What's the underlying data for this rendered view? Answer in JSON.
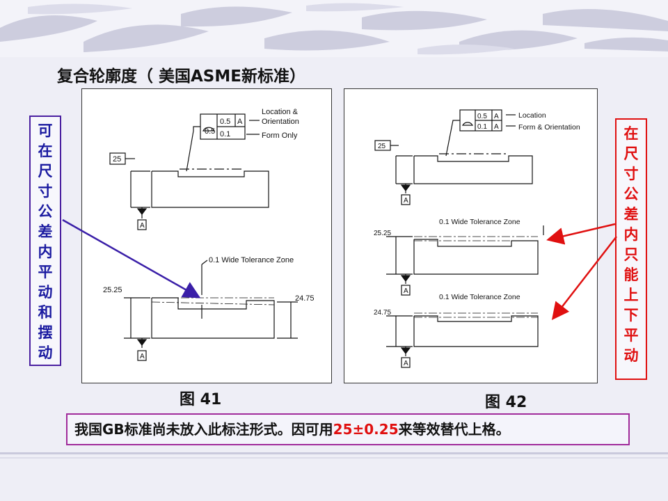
{
  "slide": {
    "title": "复合轮廓度（ 美国ASME新标准）",
    "note": {
      "part1": "我国GB标准尚未放入此标注形式。因可用",
      "part2": "25±0.25",
      "part3": "来等效替代上格。"
    }
  },
  "left_label": {
    "chars": [
      "可",
      "在",
      "尺",
      "寸",
      "公",
      "差",
      "内",
      "平",
      "动",
      "和",
      "摆",
      "动"
    ],
    "color": "#1a1aa0",
    "border": "#4a1fa0"
  },
  "right_label": {
    "chars": [
      "在",
      "尺",
      "寸",
      "公",
      "差",
      "内",
      "只",
      "能",
      "上",
      "下",
      "平",
      "动"
    ],
    "color": "#e01010",
    "border": "#e01010"
  },
  "fig41": {
    "caption": "图  41",
    "fcf": {
      "upper_value": "0.5",
      "lower_value": "0.1",
      "datum": "A"
    },
    "labels": {
      "location_orientation_1": "Location &",
      "location_orientation_2": "Orientation",
      "form_only": "Form Only",
      "dim_top": "25",
      "datum_top": "A",
      "tolerance_zone": "0.1 Wide Tolerance Zone",
      "dim_max": "25.25",
      "dim_min": "24.75",
      "datum_bottom": "A"
    }
  },
  "fig42": {
    "caption": "图  42",
    "fcf": {
      "upper_value": "0.5",
      "lower_value": "0.1",
      "datum": "A"
    },
    "labels": {
      "location": "Location",
      "form_orientation": "Form & Orientation",
      "dim_top": "25",
      "datum_top": "A",
      "tolerance_zone_1": "0.1 Wide Tolerance Zone",
      "dim_max": "25.25",
      "datum_mid": "A",
      "tolerance_zone_2": "0.1 Wide Tolerance Zone",
      "dim_min": "24.75",
      "datum_bottom": "A"
    }
  },
  "colors": {
    "background": "#eeeef6",
    "note_border": "#a02a9a",
    "highlight": "#e01010",
    "blue_arrow": "#3a1fa8"
  }
}
